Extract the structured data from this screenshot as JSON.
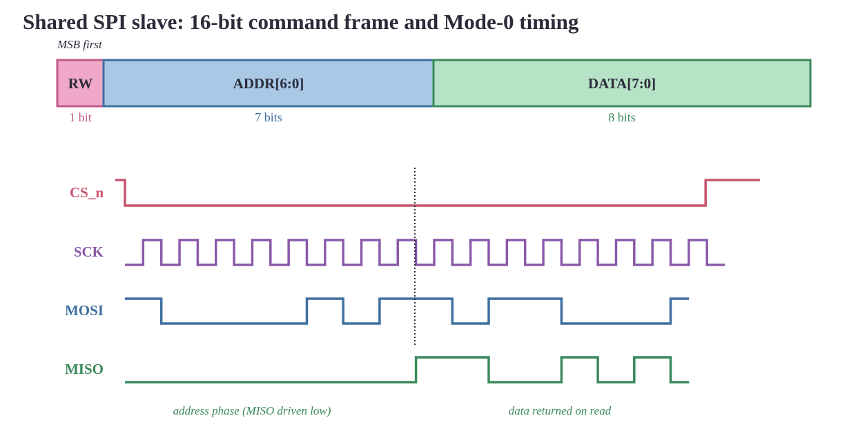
{
  "title": "Shared SPI slave: 16-bit command frame and Mode-0 timing",
  "frame": {
    "order_note": "MSB first",
    "fields": [
      {
        "name": "RW",
        "bits": 1,
        "bits_label": "1 bit",
        "fill": "#f0a8c8",
        "stroke": "#c05a8a",
        "text": "#c05a8a"
      },
      {
        "name": "ADDR[6:0]",
        "bits": 7,
        "bits_label": "7 bits",
        "fill": "#a8c8e6",
        "stroke": "#3f6fa0",
        "text": "#3f6fa0"
      },
      {
        "name": "DATA[7:0]",
        "bits": 8,
        "bits_label": "8 bits",
        "fill": "#b6e2c6",
        "stroke": "#3a8a5a",
        "text": "#3a8a5a"
      }
    ],
    "field_text_color": "#2b2b3a"
  },
  "timing": {
    "signals": [
      {
        "name": "CS_n",
        "color": "#c9546e"
      },
      {
        "name": "SCK",
        "color": "#8a5aaa"
      },
      {
        "name": "MOSI",
        "color": "#3f6fa0"
      },
      {
        "name": "MISO",
        "color": "#3a8a5a"
      }
    ],
    "cycles": 16,
    "mosi_bits": [
      1,
      0,
      0,
      0,
      0,
      1,
      0,
      1,
      1,
      0,
      1,
      1,
      0,
      0,
      0,
      1
    ],
    "miso_bits": [
      0,
      0,
      0,
      0,
      0,
      0,
      0,
      0,
      1,
      1,
      0,
      0,
      1,
      0,
      1,
      0
    ],
    "phase_labels": [
      {
        "text": "address phase (MISO driven low)"
      },
      {
        "text": "data returned on read"
      }
    ],
    "divider_style": "dotted"
  }
}
